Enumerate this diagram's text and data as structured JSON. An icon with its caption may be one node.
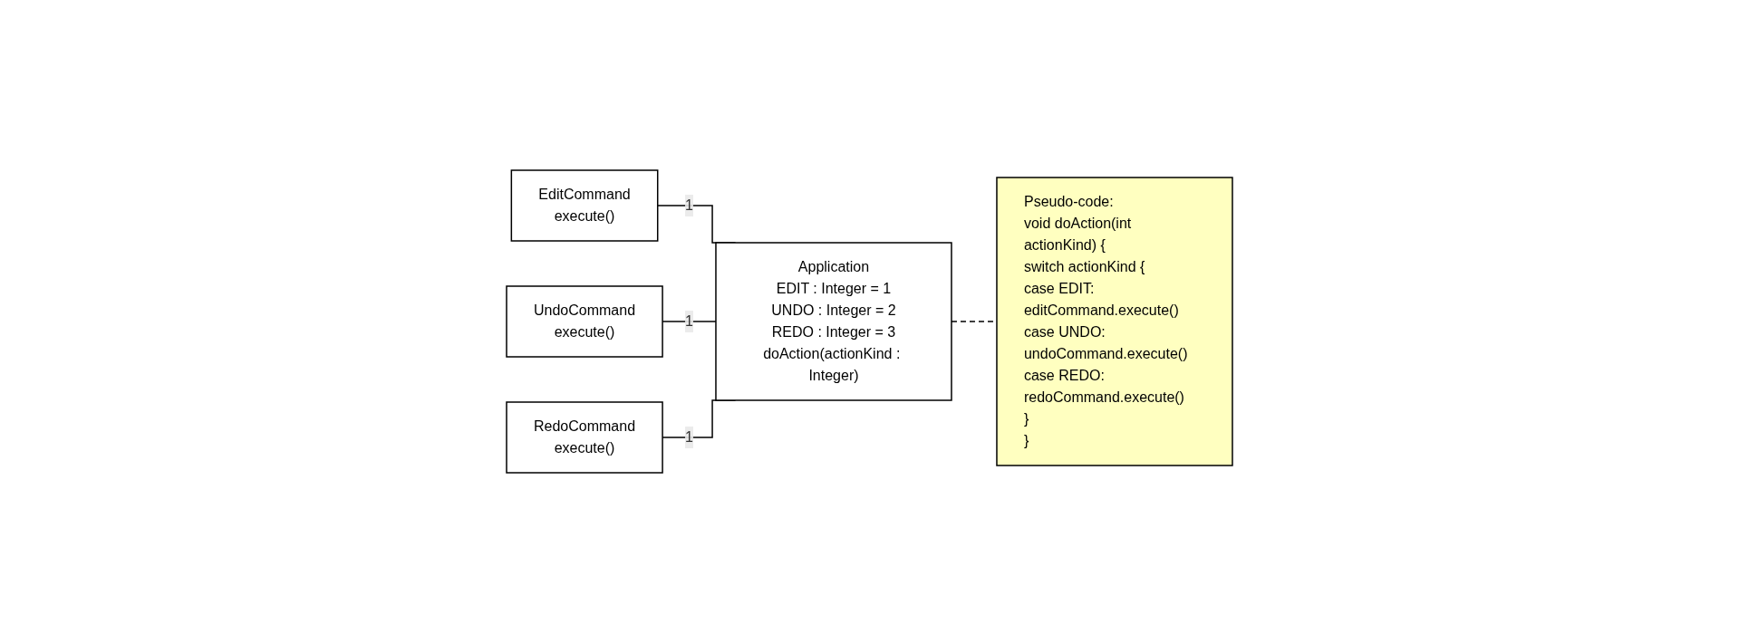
{
  "diagram": {
    "nodes": [
      {
        "text": [
          "EditCommand",
          "execute()"
        ]
      },
      {
        "text": [
          "UndoCommand",
          "execute()"
        ]
      },
      {
        "text": [
          "RedoCommand",
          "execute()"
        ]
      },
      {
        "text": [
          "Application",
          "EDIT : Integer = 1",
          "UNDO : Integer = 2",
          "REDO : Integer = 3",
          "doAction(actionKind : Integer)"
        ]
      },
      {
        "text": [
          "Pseudo-code:",
          "void doAction(int actionKind) {",
          "switch actionKind {",
          "case EDIT:",
          "editCommand.execute()",
          "case UNDO:",
          "undoCommand.execute()",
          "case REDO:",
          "redoCommand.execute()",
          "}",
          "}"
        ]
      }
    ],
    "edges": [
      {
        "from": 0,
        "to": 3,
        "arrow": "none",
        "label": "1"
      },
      {
        "from": 1,
        "to": 3,
        "arrow": "none",
        "label": "1"
      },
      {
        "from": 2,
        "to": 3,
        "arrow": "none",
        "label": "1"
      },
      {
        "from": 3,
        "to": 4,
        "arrow": "none",
        "style": "dashed"
      }
    ]
  }
}
